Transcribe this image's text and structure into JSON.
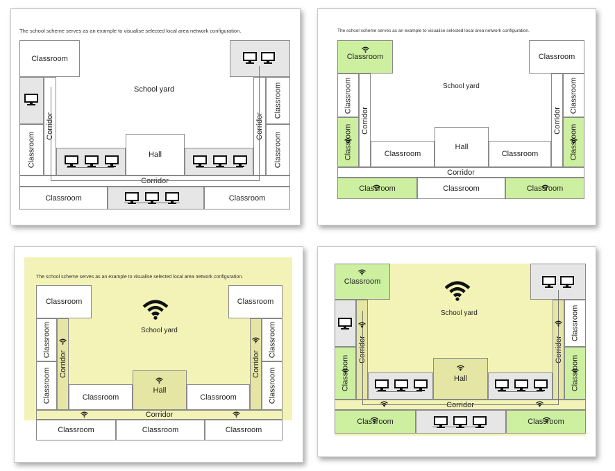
{
  "caption": "The school scheme serves as an example to visualise selected local area network configuration.",
  "labels": {
    "classroom": "Classroom",
    "corridor": "Corridor",
    "hall": "Hall",
    "school_yard": "School yard"
  },
  "colors": {
    "wifi_classroom": "#cdf0a0",
    "wifi_area": "#f3f3b8",
    "wired_area": "#e6e6e6"
  },
  "icons": [
    "computer-monitor-icon",
    "wifi-icon"
  ]
}
